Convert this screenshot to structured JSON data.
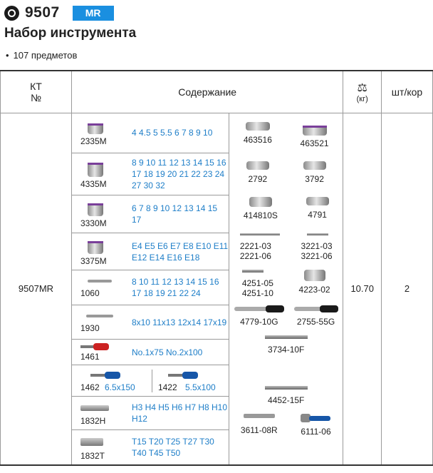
{
  "header": {
    "code": "9507",
    "badge": "MR",
    "title": "Набор инструмента",
    "bullet": "107 предметов"
  },
  "table": {
    "col_kt": "КТ",
    "col_no": "№",
    "col_content": "Содержание",
    "col_weight_unit": "(кг)",
    "col_box": "шт/кор",
    "kt_value": "9507MR",
    "weight_value": "10.70",
    "box_value": "2",
    "left_rows": [
      {
        "code": "2335M",
        "sizes": "4 4.5 5 5.5 6 7 8 9 10"
      },
      {
        "code": "4335M",
        "sizes": "8 9 10 11 12 13 14 15 16 17 18 19 20 21 22 23 24 27 30 32"
      },
      {
        "code": "3330M",
        "sizes": "6 7 8 9 10 12 13 14 15 17"
      },
      {
        "code": "3375M",
        "sizes": "E4 E5 E6 E7 E8 E10 E11 E12 E14 E16 E18"
      },
      {
        "code": "1060",
        "sizes": "8 10 11 12 13 14 15 16 17 18 19 21 22 24"
      },
      {
        "code": "1930",
        "sizes": "8x10 11x13 12x14 17x19"
      },
      {
        "code": "1461",
        "sizes": "No.1x75 No.2x100"
      },
      {
        "code": "1462",
        "sizes": "6.5x150",
        "code2": "1422",
        "sizes2": "5.5x100"
      },
      {
        "code": "1832H",
        "sizes": "H3 H4 H5 H6 H7 H8 H10 H12"
      },
      {
        "code": "1832T",
        "sizes": "T15 T20 T25 T27 T30 T40 T45 T50"
      }
    ],
    "right_items": {
      "r1a": "463516",
      "r1b": "463521",
      "r2a": "2792",
      "r2b": "3792",
      "r3a": "414810S",
      "r3b": "4791",
      "r4a1": "2221-03",
      "r4a2": "2221-06",
      "r4b1": "3221-03",
      "r4b2": "3221-06",
      "r5a1": "4251-05",
      "r5a2": "4251-10",
      "r5b": "4223-02",
      "r6a": "4779-10G",
      "r6b": "2755-55G",
      "r7": "3734-10F",
      "r8": "4452-15F",
      "r9a": "3611-08R",
      "r9b": "6111-06"
    }
  },
  "colors": {
    "accent": "#1e7ec8",
    "badge": "#1a8fe0"
  }
}
